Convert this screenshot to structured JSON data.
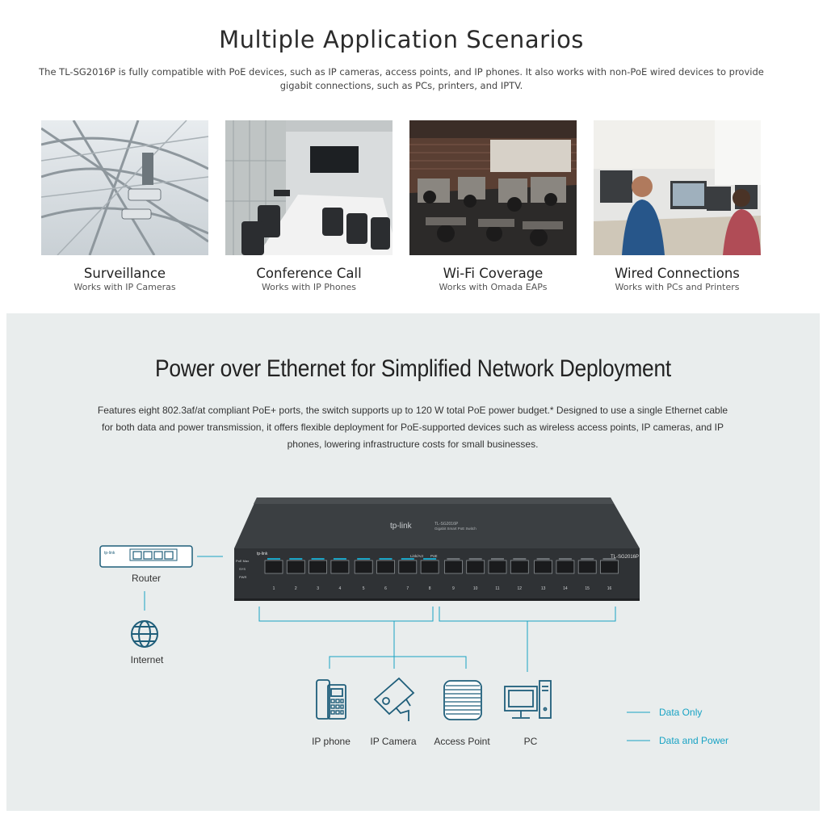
{
  "scenarios": {
    "title": "Multiple Application Scenarios",
    "intro": "The TL-SG2016P is fully compatible with PoE devices, such as IP cameras, access points, and IP phones. It also works with non-PoE wired devices to provide gigabit connections, such as PCs, printers, and IPTV.",
    "cards": [
      {
        "title": "Surveillance",
        "subtitle": "Works with IP Cameras"
      },
      {
        "title": "Conference Call",
        "subtitle": "Works with IP Phones"
      },
      {
        "title": "Wi-Fi Coverage",
        "subtitle": "Works with Omada EAPs"
      },
      {
        "title": "Wired Connections",
        "subtitle": "Works with PCs and Printers"
      }
    ]
  },
  "poe": {
    "title": "Power over Ethernet for Simplified Network Deployment",
    "body": "Features eight 802.3af/at compliant PoE+ ports, the switch supports up to 120 W total PoE power budget.* Designed to use a single Ethernet cable for both data and power transmission, it offers flexible deployment for PoE-supported devices such as wireless access points, IP cameras, and IP phones, lowering infrastructure costs for small businesses."
  },
  "diagram": {
    "router_label": "Router",
    "internet_label": "Internet",
    "router_brand": "tp-link",
    "switch_brand": "tp-link",
    "switch_model": "TL-SG2016P",
    "switch_top_line1": "TL-SG2016P",
    "switch_top_line2": "Gigabit Smart PoE Switch",
    "led_labels": [
      "PoE Max",
      "SYS",
      "PWR"
    ],
    "port_numbers": [
      "1",
      "2",
      "3",
      "4",
      "5",
      "6",
      "7",
      "8",
      "9",
      "10",
      "11",
      "12",
      "13",
      "14",
      "15",
      "16"
    ],
    "port_group_label": "Link/Act",
    "poe_label": "PoE",
    "devices": [
      "IP phone",
      "IP Camera",
      "Access Point",
      "PC"
    ],
    "legend": [
      {
        "label": "Data Only",
        "color": "#19a3c4"
      },
      {
        "label": "Data and Power",
        "color": "#19a3c4"
      }
    ]
  },
  "colors": {
    "accent": "#19a3c4",
    "section_bg": "#e9eded",
    "switch_body": "#3a3d40"
  }
}
